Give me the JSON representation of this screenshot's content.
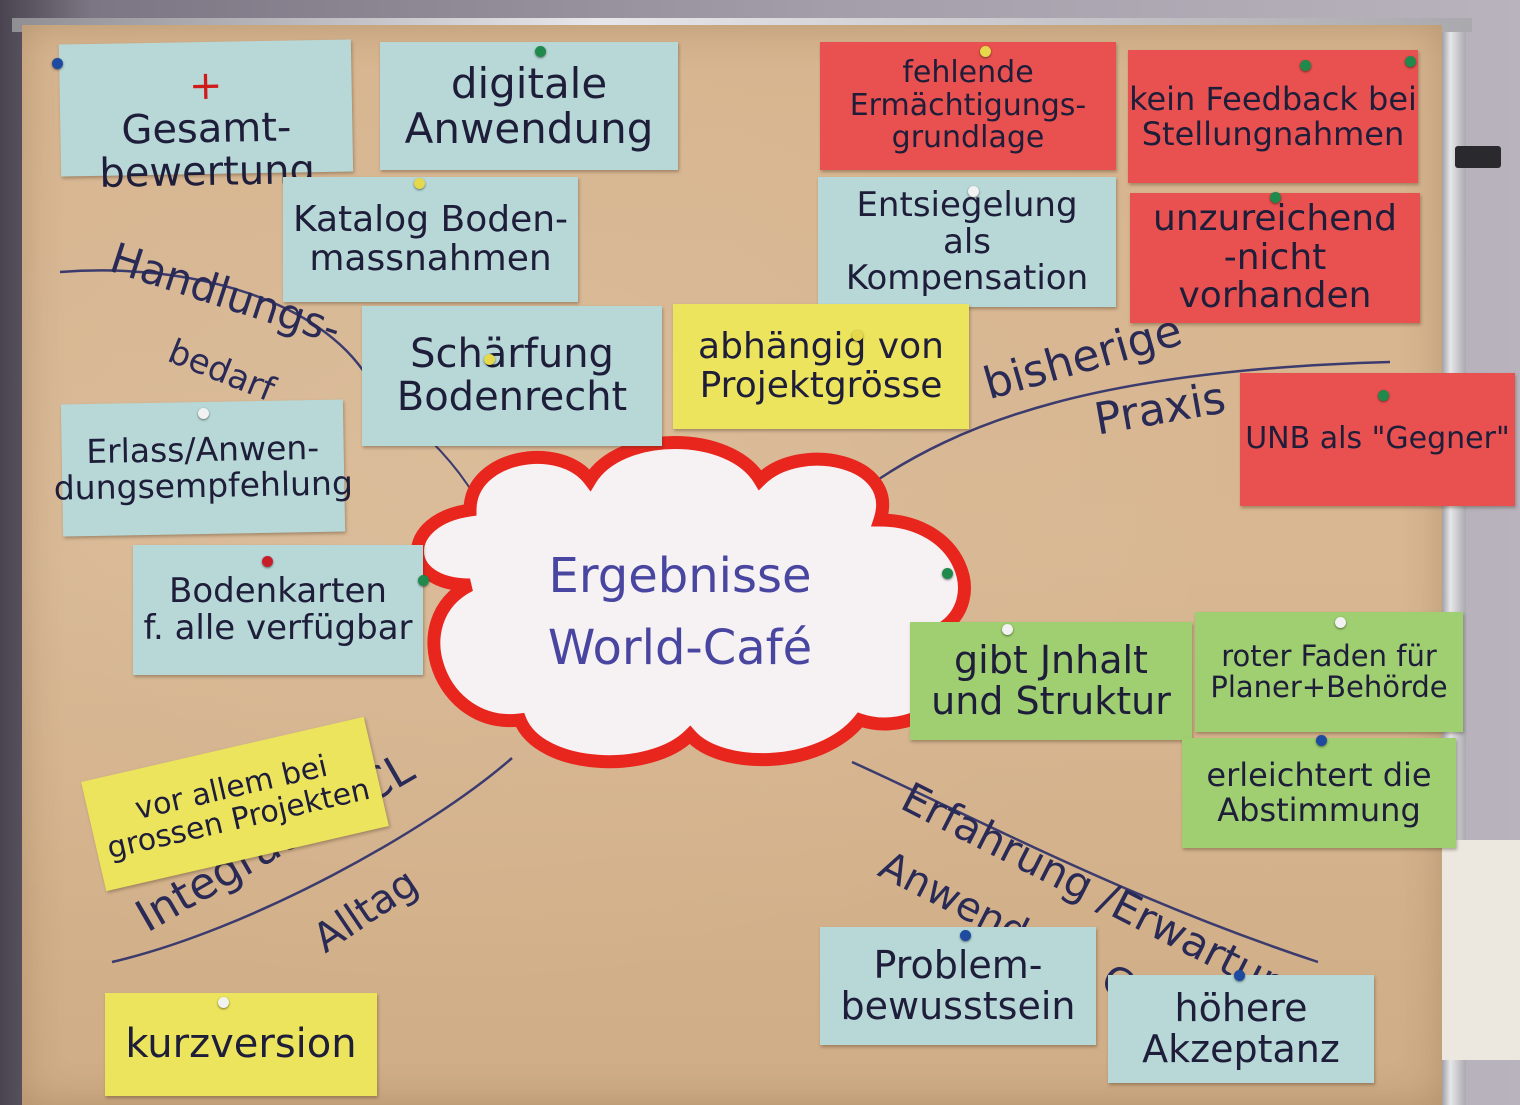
{
  "center": {
    "line1": "Ergebnisse",
    "line2": "World-Café"
  },
  "branches": {
    "handlungsbedarf": {
      "line1": "Handlungs-",
      "line2": "bedarf"
    },
    "bisherige_praxis": {
      "line1": "bisherige",
      "line2": "Praxis"
    },
    "integration": {
      "line1": "Integration CL",
      "line2": "Alltag"
    },
    "erfahrung": {
      "line1": "Erfahrung /Erwartung",
      "line2": "Anwendung CL"
    }
  },
  "cards": {
    "gesamtbewertung": {
      "plus": "+",
      "text": "Gesamt-\nbewertung"
    },
    "digitale_anwendung": "digitale\nAnwendung",
    "katalog": "Katalog Boden-\nmassnahmen",
    "schaerfung": "Schärfung\nBodenrecht",
    "erlass": "Erlass/Anwen-\ndungsempfehlung",
    "bodenkarten": "Bodenkarten\nf. alle verfügbar",
    "vor_allem": "vor allem bei\ngrossen Projekten",
    "kurzversion": "kurzversion",
    "fehlende": "fehlende\nErmächtigungs-\ngrundlage",
    "kein_feedback": "kein Feedback bei\nStellungnahmen",
    "entsiegelung": "Entsiegelung\nals Kompensation",
    "unzureichend": "unzureichend\n-nicht vorhanden",
    "abhaengig": "abhängig von\nProjektgrösse",
    "unb": "UNB als \"Gegner\"",
    "gibt_inhalt": "gibt Jnhalt\nund Struktur",
    "roter_faden": "roter Faden für\nPlaner+Behörde",
    "erleichtert": "erleichtert die\nAbstimmung",
    "problem": "Problem-\nbewusstsein",
    "hoehere": "höhere\nAkzeptanz"
  },
  "colors": {
    "paper": "#d6b48e",
    "blue_card": "#b7d8d7",
    "red_card": "#e8514f",
    "yellow_card": "#ece45c",
    "green_card": "#9fcf70",
    "cloud_outline": "#e8261e",
    "ink": "#2a2a56"
  }
}
